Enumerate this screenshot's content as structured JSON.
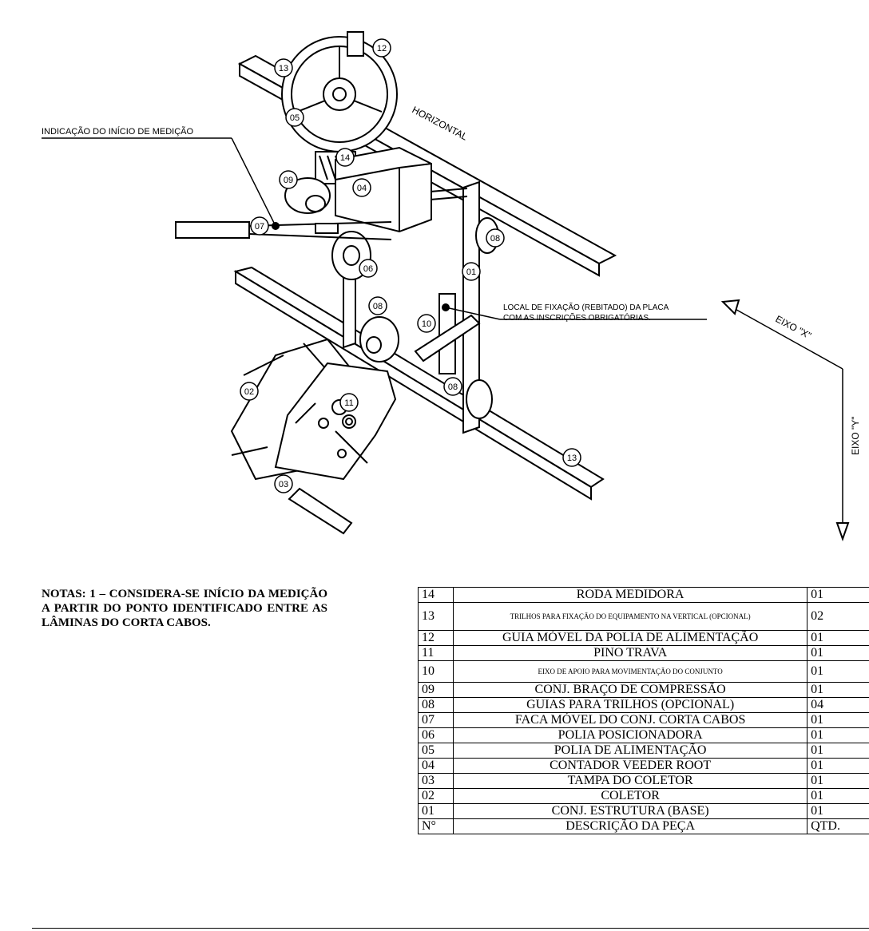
{
  "drawing": {
    "labels": {
      "start_indication": "INDICAÇÃO DO INÍCIO DE MEDIÇÃO",
      "horizontal": "HORIZONTAL",
      "fixing_location_line1": "LOCAL DE FIXAÇÃO (REBITADO) DA PLACA",
      "fixing_location_line2": "COM AS INSCRIÇÕES OBRIGATÓRIAS.",
      "axis_x": "EIXO \"X\"",
      "axis_y": "EIXO \"Y\""
    },
    "callouts": [
      "12",
      "13",
      "05",
      "14",
      "09",
      "04",
      "07",
      "08",
      "06",
      "01",
      "08",
      "10",
      "11",
      "02",
      "08",
      "03",
      "13"
    ]
  },
  "notes": {
    "text": "NOTAS: 1 – CONSIDERA-SE INÍCIO DA MEDIÇÃO A PARTIR DO PONTO IDENTIFICADO ENTRE AS LÂMINAS DO CORTA CABOS."
  },
  "parts_table": {
    "rows": [
      {
        "num": "14",
        "desc": "RODA MEDIDORA",
        "qty": "01"
      },
      {
        "num": "13",
        "desc": "TRILHOS PARA FIXAÇÃO DO EQUIPAMENTO NA VERTICAL (OPCIONAL)",
        "qty": "02"
      },
      {
        "num": "12",
        "desc": "GUIA MÓVEL DA POLIA DE ALIMENTAÇÃO",
        "qty": "01"
      },
      {
        "num": "11",
        "desc": "PINO TRAVA",
        "qty": "01"
      },
      {
        "num": "10",
        "desc": "EIXO DE APOIO PARA MOVIMENTAÇÃO DO CONJUNTO",
        "qty": "01"
      },
      {
        "num": "09",
        "desc": "CONJ. BRAÇO DE COMPRESSÃO",
        "qty": "01"
      },
      {
        "num": "08",
        "desc": "GUIAS PARA TRILHOS (OPCIONAL)",
        "qty": "04"
      },
      {
        "num": "07",
        "desc": "FACA MÓVEL DO CONJ. CORTA CABOS",
        "qty": "01"
      },
      {
        "num": "06",
        "desc": "POLIA POSICIONADORA",
        "qty": "01"
      },
      {
        "num": "05",
        "desc": "POLIA DE ALIMENTAÇÃO",
        "qty": "01"
      },
      {
        "num": "04",
        "desc": "CONTADOR VEEDER ROOT",
        "qty": "01"
      },
      {
        "num": "03",
        "desc": "TAMPA DO COLETOR",
        "qty": "01"
      },
      {
        "num": "02",
        "desc": "COLETOR",
        "qty": "01"
      },
      {
        "num": "01",
        "desc": "CONJ. ESTRUTURA (BASE)",
        "qty": "01"
      }
    ],
    "header": {
      "num": "N°",
      "desc": "DESCRIÇÃO DA PEÇA",
      "qty": "QTD."
    }
  }
}
